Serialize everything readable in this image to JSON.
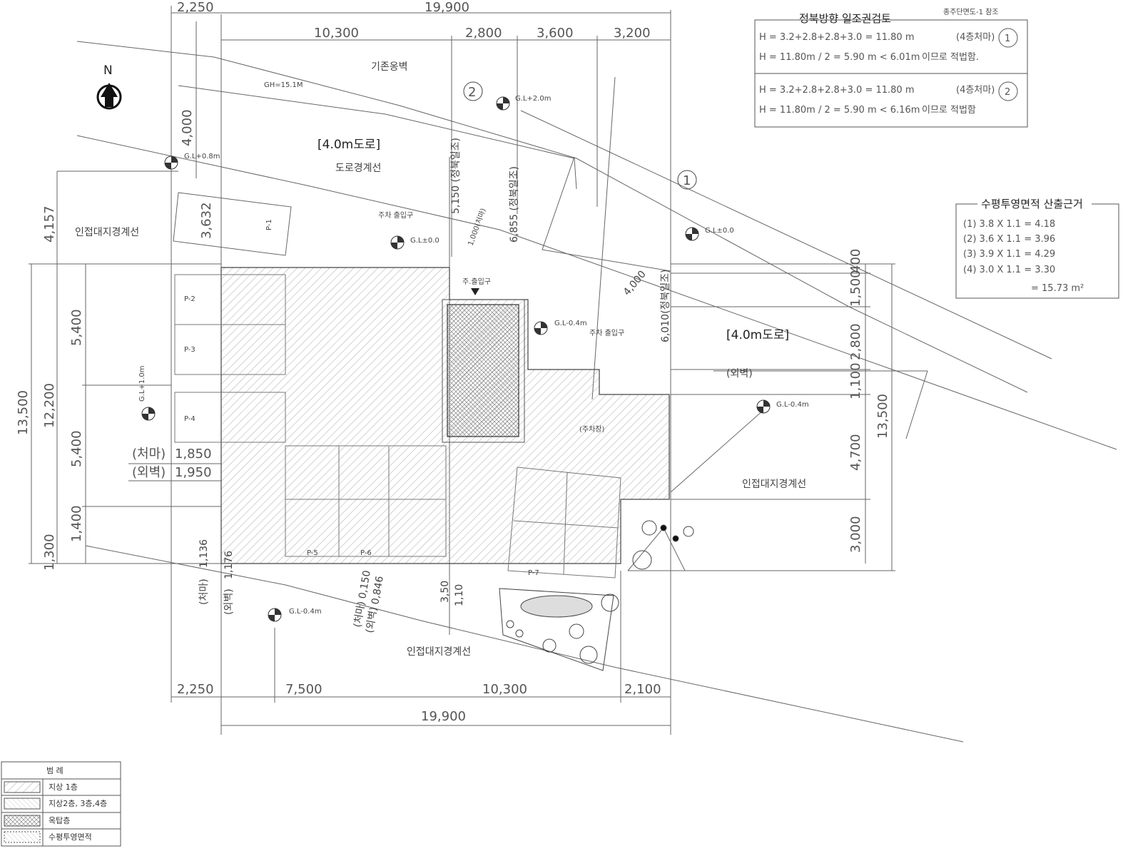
{
  "dims_top": {
    "d1": "2,250",
    "total": "19,900",
    "s1": "10,300",
    "s2": "2,800",
    "s3": "3,600",
    "s4": "3,200"
  },
  "dims_bottom": {
    "d1": "2,250",
    "d2": "7,500",
    "d3": "10,300",
    "d4": "2,100",
    "total": "19,900"
  },
  "dims_left": {
    "a": "4,157",
    "b": "13,500",
    "c": "12,200",
    "d": "5,400",
    "e": "5,400",
    "f": "1,400",
    "g": "1,300",
    "h": "4,000",
    "i": "3,632",
    "eave": "(처마)",
    "eave_val": "1,850",
    "wall": "(외벽)",
    "wall_val": "1,950"
  },
  "dims_right": {
    "a": "400",
    "b": "1,500",
    "c": "2,800",
    "d": "1,100",
    "e": "4,700",
    "f": "3,000",
    "total": "13,500",
    "g": "6,010(정북일조)",
    "h": "4,000"
  },
  "dims_mid": {
    "a": "5,150 (정북일조)",
    "b": "6,855 (정북일조)",
    "c": "1,000(처마)",
    "d": "3,50",
    "e": "1,10",
    "eave1": "(처마)",
    "eave1_val": "1,136",
    "wall1": "(외벽)",
    "wall1_val": "1,176",
    "eave2": "(처마)",
    "eave2_val": "0,150",
    "wall2": "(외벽)",
    "wall2_val": "0,846"
  },
  "labels": {
    "north": "N",
    "road_top": "[4.0m도로]",
    "road_right": "[4.0m도로]",
    "existing_wall": "기존옹벽",
    "road_boundary": "도로경계선",
    "neighbor_boundary_left": "인접대지경계선",
    "neighbor_boundary_right": "인접대지경계선",
    "neighbor_boundary_bottom": "인접대지경계선",
    "parking_entrance": "주차 출입구",
    "main_entrance": "주.출입구",
    "parking_entrance2": "주차 출입구",
    "parking": "(주차장)",
    "outer_wall": "(외벽)",
    "gl_1": "G.L+0.8m",
    "gl_2": "G.L+2.0m",
    "gl_3": "G.L±0.0",
    "gl_4": "G.L±0.0",
    "gl_5": "G.L-0.4m",
    "gl_6": "G.L+1.0m",
    "gl_7": "G.L-0.4m",
    "gl_8": "G.L-0.4m",
    "wall_height": "GH=15.1M",
    "p1": "P-1",
    "p2": "P-2",
    "p3": "P-3",
    "p4": "P-4",
    "p5": "P-5",
    "p6": "P-6",
    "p7": "P-7"
  },
  "sunlight_table": {
    "note": "종주단면도-1 참조",
    "title": "정북방향 일조권검토",
    "rows": [
      {
        "text": "H = 3.2+2.8+2.8+3.0 = 11.80 m",
        "tag": "(4층처마)",
        "num": "1"
      },
      {
        "text": "H = 11.80m / 2 = 5.90 m < 6.01m",
        "tag": "이므로 적법함."
      },
      {
        "text": "H = 3.2+2.8+2.8+3.0 = 11.80 m",
        "tag": "(4층처마)",
        "num": "2"
      },
      {
        "text": "H = 11.80m / 2 = 5.90 m < 6.16m",
        "tag": "이므로 적법함"
      }
    ]
  },
  "projection_table": {
    "title": "수평투영면적 산출근거",
    "rows": [
      "(1) 3.8 X 1.1 = 4.18",
      "(2) 3.6 X 1.1 = 3.96",
      "(3) 3.9 X 1.1 = 4.29",
      "(4) 3.0 X 1.1 = 3.30"
    ],
    "total": "= 15.73 m²"
  },
  "legend": {
    "title": "범 례",
    "items": [
      "지상 1층",
      "지상2층, 3층,4층",
      "옥탑층",
      "수평투영면적"
    ]
  }
}
